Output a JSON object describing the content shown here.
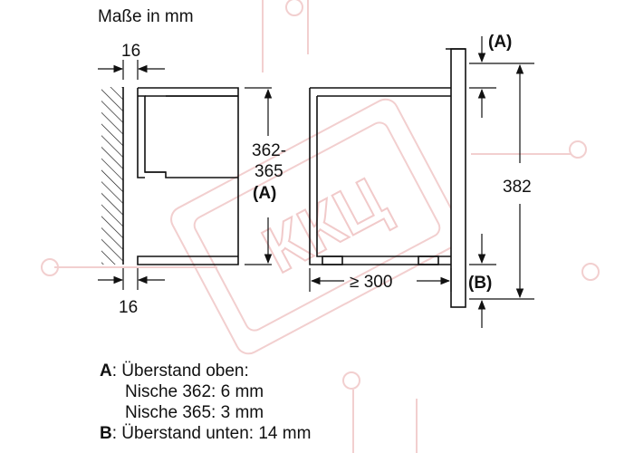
{
  "title": "Maße in mm",
  "dimensions": {
    "side_panel_top": "16",
    "side_panel_bottom": "16",
    "niche_height_line1": "362-",
    "niche_height_line2": "365",
    "niche_height_ref": "(A)",
    "depth": "≥ 300",
    "total_height": "382",
    "top_marker": "(A)",
    "bottom_marker": "(B)"
  },
  "legend": {
    "a_key": "A",
    "a_text": ": Überstand oben:",
    "a_line2": "Nische 362: 6 mm",
    "a_line3": "Nische 365: 3 mm",
    "b_key": "B",
    "b_text": ": Überstand unten: 14 mm"
  },
  "watermark": {
    "text": "ККЦ",
    "color": "#e8a8a8"
  },
  "colors": {
    "line": "#111111",
    "watermark": "#e8a8a8"
  }
}
